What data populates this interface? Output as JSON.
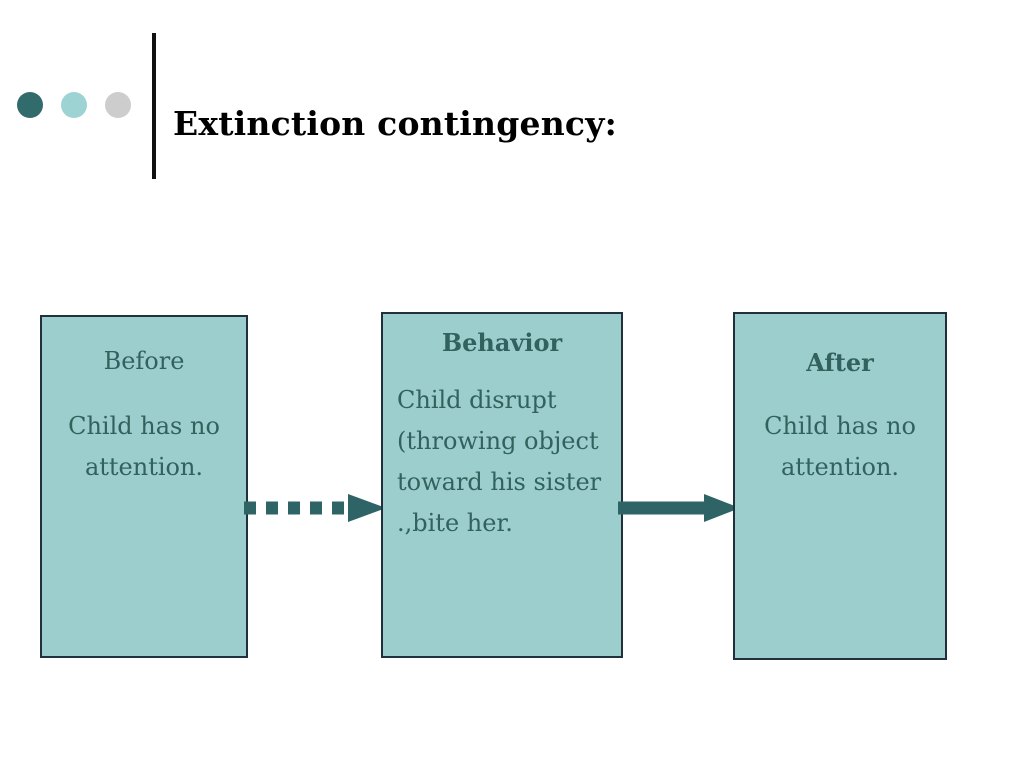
{
  "header": {
    "title": "Extinction contingency:",
    "dots": [
      {
        "name": "dot-dark-teal",
        "color": "#326b6b"
      },
      {
        "name": "dot-light-teal",
        "color": "#9ed3d4"
      },
      {
        "name": "dot-gray",
        "color": "#cdcdcd"
      }
    ],
    "divider_color": "#111111"
  },
  "diagram": {
    "type": "three-term-contingency",
    "box_fill": "#9ccecd",
    "box_border": "#20303c",
    "text_color": "#33625e",
    "arrow_color": "#2e6465",
    "boxes": [
      {
        "id": "before",
        "heading": "Before",
        "heading_bold": false,
        "body": "Child has no attention.",
        "body_align": "center"
      },
      {
        "id": "behavior",
        "heading": "Behavior",
        "heading_bold": true,
        "body": "Child disrupt (throwing object toward his sister .,bite her.",
        "body_align": "left"
      },
      {
        "id": "after",
        "heading": "After",
        "heading_bold": true,
        "body": "Child has no attention.",
        "body_align": "center"
      }
    ],
    "arrows": [
      {
        "id": "before-to-behavior",
        "style": "dashed",
        "direction": "right"
      },
      {
        "id": "behavior-to-after",
        "style": "solid",
        "direction": "right"
      }
    ]
  }
}
